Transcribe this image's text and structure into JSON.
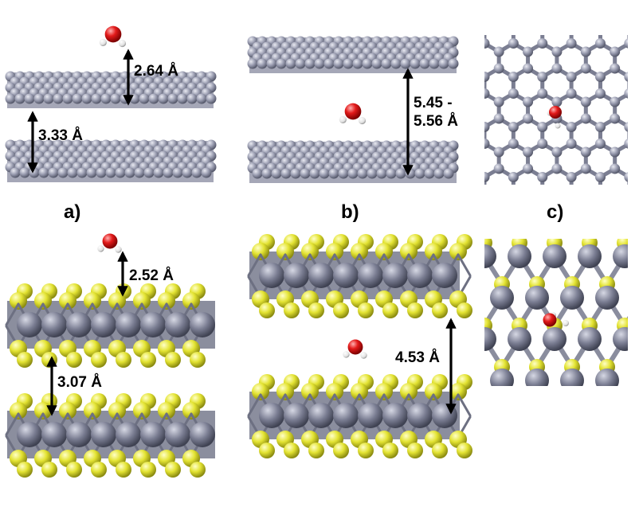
{
  "colors": {
    "carbon": "#8c8fa3",
    "carbon_dark": "#5d6072",
    "sulfur": "#e5e534",
    "sulfur_dark": "#9b9b14",
    "metal": "#74778c",
    "oxygen": "#e01010",
    "hydrogen": "#f2f2f2",
    "arrow": "#000000"
  },
  "panels": {
    "a": "a)",
    "b": "b)",
    "c": "c)"
  },
  "measurements": {
    "top_a_water": "2.64 Å",
    "top_a_interlayer": "3.33 Å",
    "top_b_line1": "5.45 -",
    "top_b_line2": "5.56 Å",
    "bot_a_water": "2.52 Å",
    "bot_a_interlayer": "3.07 Å",
    "bot_b_interlayer": "4.53 Å"
  }
}
